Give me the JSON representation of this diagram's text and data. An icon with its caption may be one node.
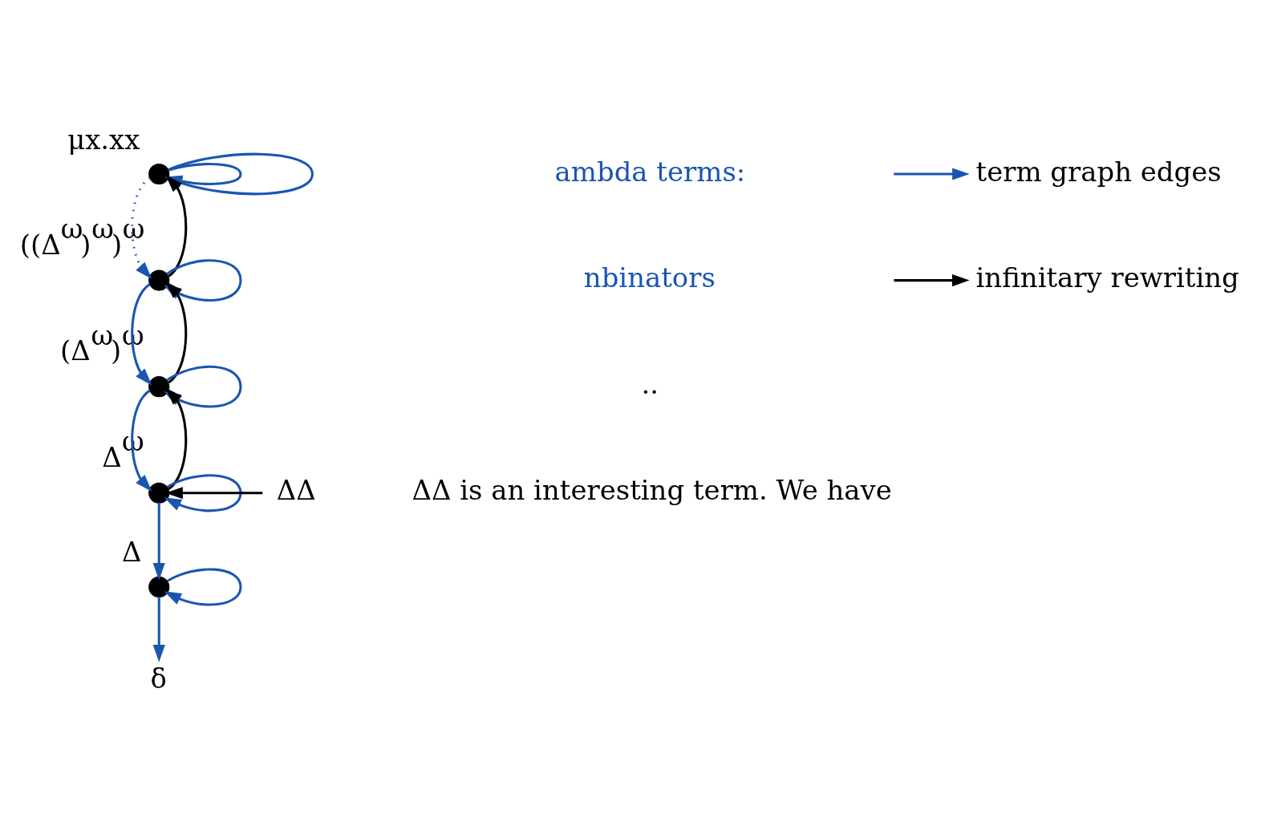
{
  "diagram": {
    "nodes": [
      {
        "text": [],
        "shape": "circle",
        "beside": [
          "μx.xx"
        ]
      },
      {
        "text": [],
        "shape": "circle",
        "beside": [
          "((Δ$^{ω}$)$^{ω}$)$^{ω}$"
        ]
      },
      {
        "text": [],
        "shape": "circle",
        "beside": [
          "(Δ$^{ω}$)$^{ω}$"
        ]
      },
      {
        "text": [],
        "shape": "circle",
        "beside": [
          "Δ$^{ω}$"
        ]
      },
      {
        "text": [],
        "shape": "circle",
        "beside": [
          "Δ"
        ]
      },
      {
        "text": [
          "δ"
        ]
      },
      {
        "text": [
          "ΔΔ"
        ]
      }
    ],
    "edges": [
      {
        "from": 0,
        "to": 0,
        "arrow": "to"
      },
      {
        "from": 0,
        "to": 0,
        "arrow": "to"
      },
      {
        "from": 0,
        "to": 1,
        "arrow": "to",
        "style": "dashed"
      },
      {
        "from": 1,
        "to": 1,
        "arrow": "to"
      },
      {
        "from": 1,
        "to": 2,
        "arrow": "to"
      },
      {
        "from": 2,
        "to": 2,
        "arrow": "to"
      },
      {
        "from": 2,
        "to": 3,
        "arrow": "to"
      },
      {
        "from": 3,
        "to": 3,
        "arrow": "to"
      },
      {
        "from": 3,
        "to": 4,
        "arrow": "to"
      },
      {
        "from": 4,
        "to": 4,
        "arrow": "to"
      },
      {
        "from": 4,
        "to": 5,
        "arrow": "to"
      },
      {
        "from": 6,
        "to": 3,
        "arrow": "to",
        "color": "#000000"
      },
      {
        "from": 3,
        "to": 2,
        "arrow": "to",
        "color": "#000000"
      },
      {
        "from": 2,
        "to": 1,
        "arrow": "to",
        "color": "#000000"
      },
      {
        "from": 1,
        "to": 0,
        "arrow": "to",
        "color": "#000000"
      }
    ],
    "labels": [
      "ambda terms:",
      "nbinators",
      "..",
      "ΔΔ is an interesting term. We have"
    ],
    "legend": [
      {
        "text": "term graph edges"
      },
      {
        "text": "infinitary rewriting"
      }
    ]
  }
}
